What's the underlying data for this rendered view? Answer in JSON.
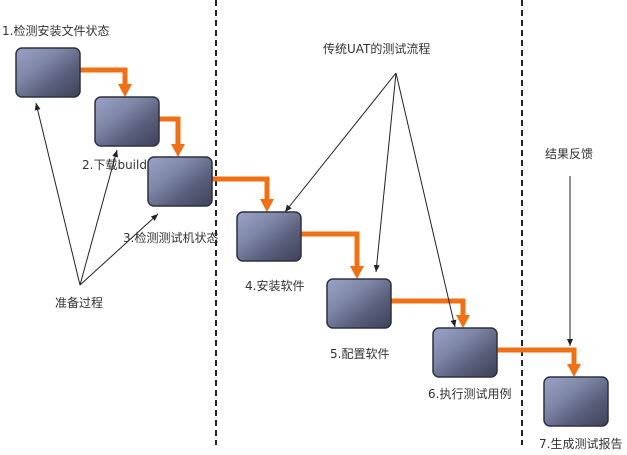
{
  "diagram": {
    "title_uat": "传统UAT的测试流程",
    "group_prepare": "准备过程",
    "group_feedback": "结果反馈",
    "steps": [
      {
        "id": "1",
        "label": "1.检测安装文件状态"
      },
      {
        "id": "2",
        "label": "2.下载build"
      },
      {
        "id": "3",
        "label": "3.检测测试机状态"
      },
      {
        "id": "4",
        "label": "4.安装软件"
      },
      {
        "id": "5",
        "label": "5.配置软件"
      },
      {
        "id": "6",
        "label": "6.执行测试用例"
      },
      {
        "id": "7",
        "label": "7.生成测试报告"
      }
    ],
    "flow_edges": [
      [
        "1",
        "2"
      ],
      [
        "2",
        "3"
      ],
      [
        "3",
        "4"
      ],
      [
        "4",
        "5"
      ],
      [
        "5",
        "6"
      ],
      [
        "6",
        "7"
      ]
    ],
    "prepare_targets": [
      "1",
      "2",
      "3"
    ],
    "uat_targets": [
      "4",
      "5",
      "6"
    ],
    "feedback_targets": [
      "7"
    ],
    "colors": {
      "flow_arrow": "#f07016",
      "box_light": "#a8b0d0",
      "box_dark": "#4a4e66",
      "pointer_line": "#222222",
      "separator": "#222222",
      "text": "#333333"
    }
  }
}
